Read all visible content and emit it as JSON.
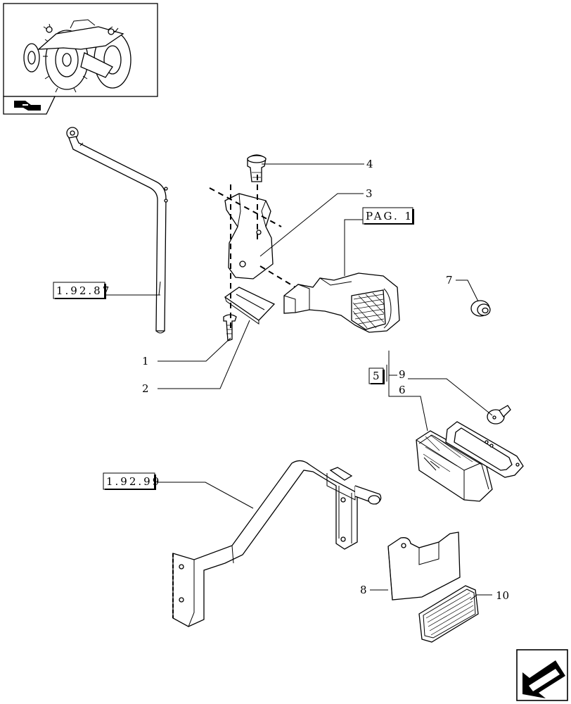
{
  "references": {
    "ref_1_92_87": "1.92.87",
    "ref_1_92_99": "1.92.99",
    "ref_pag_1": "PAG. 1",
    "ref_5": "5"
  },
  "callouts": {
    "c1": "1",
    "c2": "2",
    "c3": "3",
    "c4": "4",
    "c6": "6",
    "c7": "7",
    "c8": "8",
    "c9": "9",
    "c10": "10"
  },
  "icons": {
    "thumbnail": "tractor-thumbnail-icon",
    "nav_top": "section-arrow-icon",
    "nav_bottom": "back-arrow-icon"
  }
}
